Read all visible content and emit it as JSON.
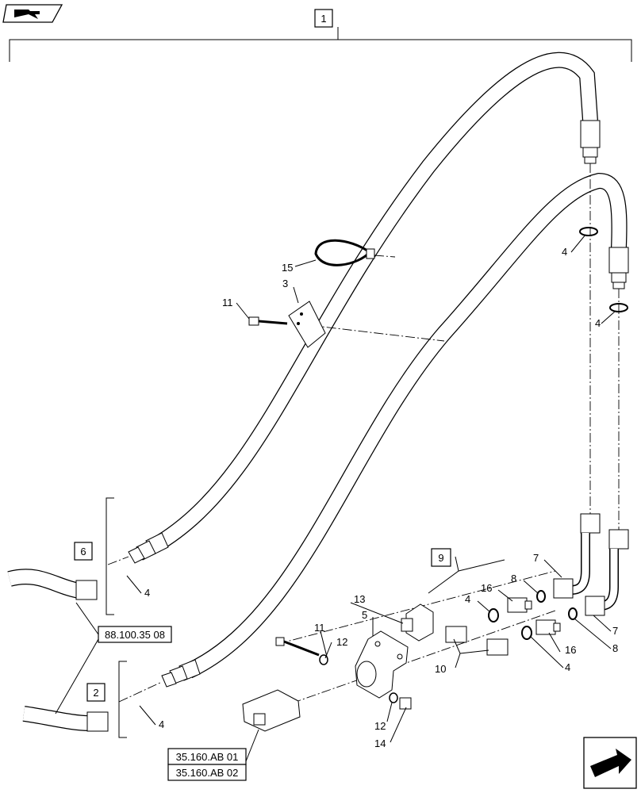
{
  "callouts": {
    "c1": "1",
    "c2": "2",
    "c3": "3",
    "c4a": "4",
    "c4b": "4",
    "c4c": "4",
    "c4d": "4",
    "c4e": "4",
    "c4f": "4",
    "c5": "5",
    "c6": "6",
    "c7a": "7",
    "c7b": "7",
    "c8a": "8",
    "c8b": "8",
    "c9": "9",
    "c10": "10",
    "c11a": "11",
    "c11b": "11",
    "c12a": "12",
    "c12b": "12",
    "c13": "13",
    "c14": "14",
    "c15": "15",
    "c16a": "16",
    "c16b": "16"
  },
  "references": {
    "ref1": "88.100.35 08",
    "ref2": "35.160.AB 01",
    "ref3": "35.160.AB 02"
  },
  "icons": {
    "top_left": "book-arrow-icon",
    "bottom_right": "next-page-arrow-icon"
  }
}
